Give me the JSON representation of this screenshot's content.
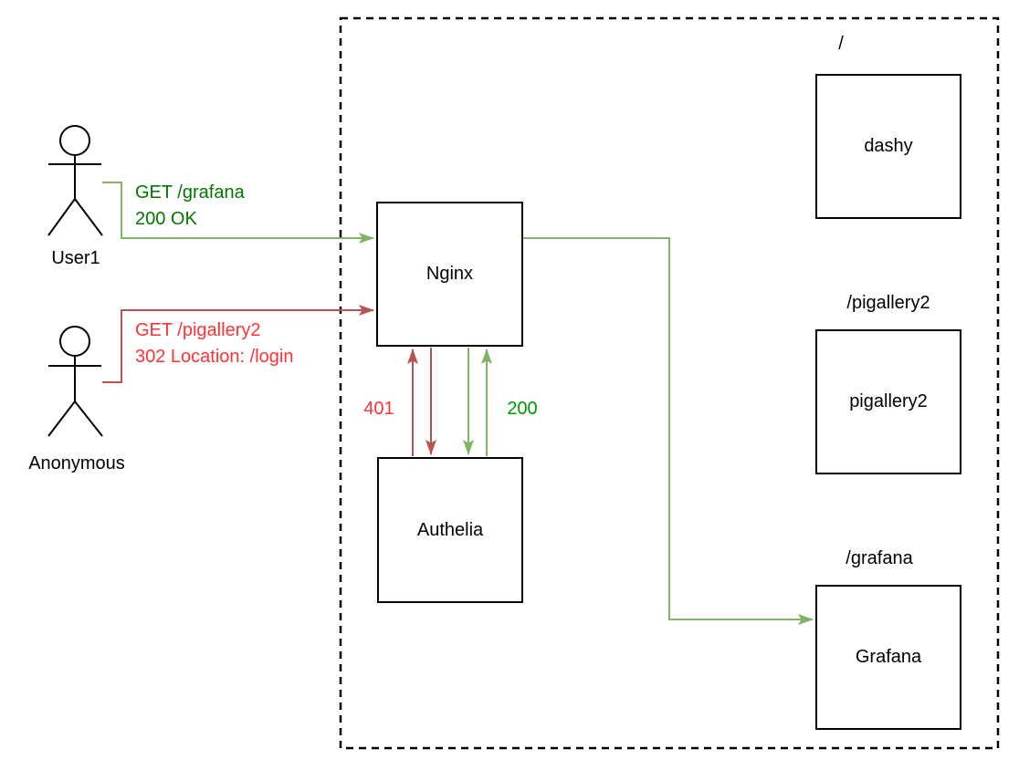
{
  "actors": {
    "user1": {
      "label": "User1"
    },
    "anonymous": {
      "label": "Anonymous"
    }
  },
  "services": {
    "nginx": {
      "label": "Nginx"
    },
    "authelia": {
      "label": "Authelia"
    },
    "dashy": {
      "label": "dashy",
      "route": "/"
    },
    "pigallery2": {
      "label": "pigallery2",
      "route": "/pigallery2"
    },
    "grafana": {
      "label": "Grafana",
      "route": "/grafana"
    }
  },
  "requests": {
    "user1_grafana": {
      "request": "GET /grafana",
      "response": "200 OK"
    },
    "anonymous_pigallery2": {
      "request": "GET /pigallery2",
      "response": "302 Location: /login"
    }
  },
  "auth_status": {
    "unauthorized": "401",
    "authorized": "200"
  },
  "colors": {
    "edge_green": "#82B366",
    "edge_red": "#B85450",
    "text_green": "#007700",
    "text_red": "#FF3333",
    "status_green": "#009900",
    "outline": "#000000",
    "background": "#FFFFFF"
  }
}
